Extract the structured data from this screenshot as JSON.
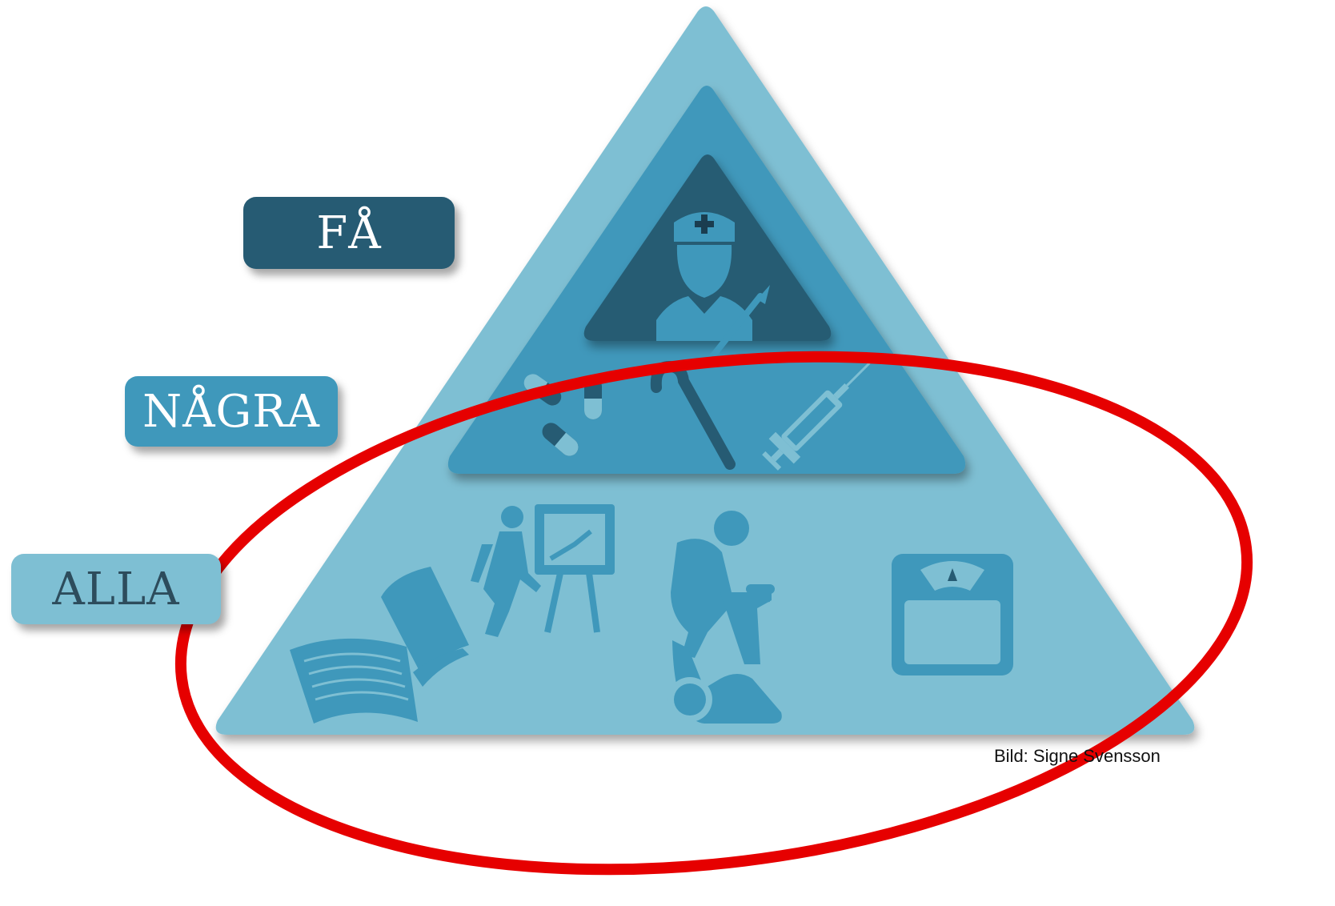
{
  "diagram": {
    "labels": [
      {
        "id": "fa",
        "text": "FÅ"
      },
      {
        "id": "nagra",
        "text": "NÅGRA"
      },
      {
        "id": "alla",
        "text": "ALLA"
      }
    ],
    "credit": "Bild: Signe Svensson",
    "colors": {
      "outer_triangle": "#7ebfd3",
      "middle_triangle": "#3f98bb",
      "inner_triangle": "#265b73",
      "label_fa_bg": "#265b73",
      "label_fa_text": "#ffffff",
      "label_nagra_bg": "#3f98bb",
      "label_nagra_text": "#ffffff",
      "label_alla_bg": "#7ebfd3",
      "label_alla_text": "#2d4c5c",
      "icon_dark": "#3f98bb",
      "icon_light": "#7ebfd3",
      "highlight_ellipse": "#e60000"
    },
    "icons": [
      "nurse-icon",
      "scalpel-icon",
      "pills-icon",
      "cane-icon",
      "syringe-icon",
      "book-icon",
      "presenter-icon",
      "exercise-bike-icon",
      "scale-icon"
    ]
  }
}
